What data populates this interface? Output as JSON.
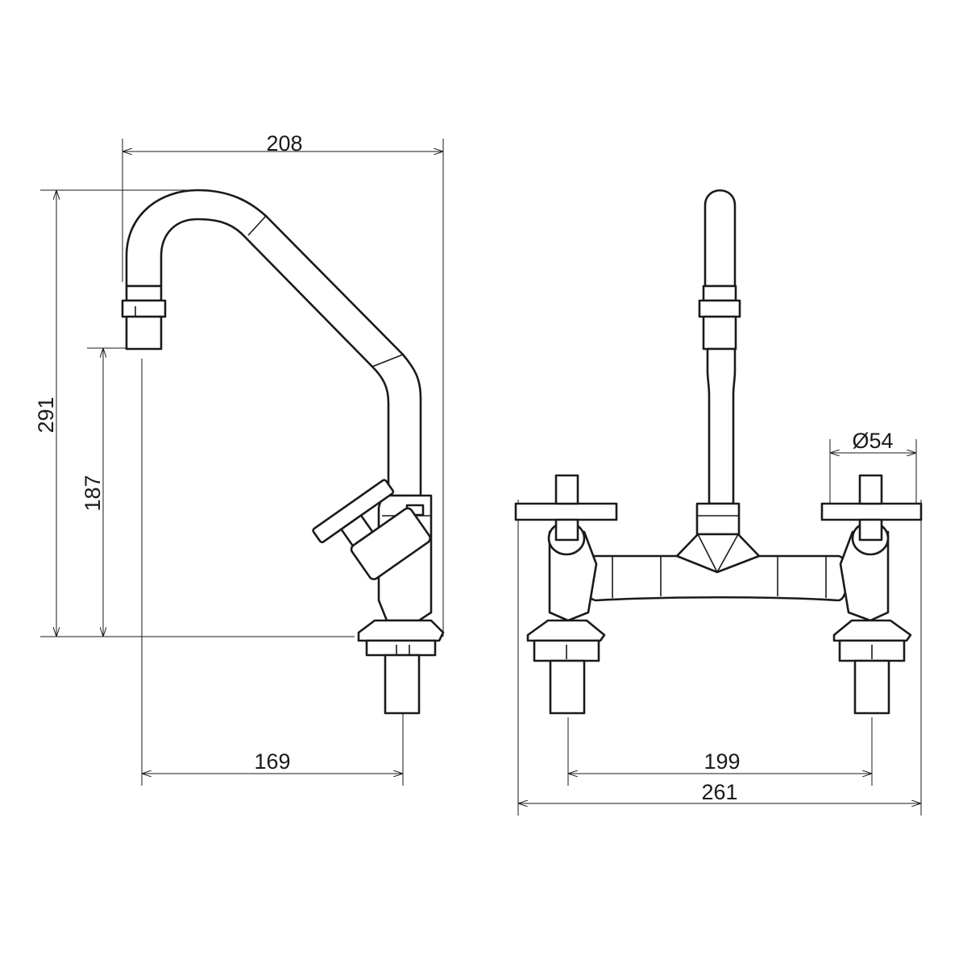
{
  "side_view": {
    "width_label": "208",
    "height_label": "291",
    "spout_height_label": "187",
    "reach_label": "169"
  },
  "front_view": {
    "handle_diameter_label": "Ø54",
    "center_distance_label": "199",
    "overall_width_label": "261"
  }
}
